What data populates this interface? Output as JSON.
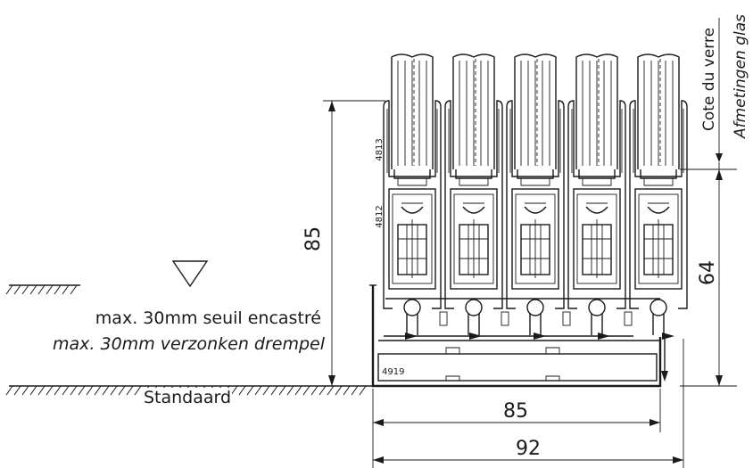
{
  "dimensions": {
    "height_total": "85",
    "height_sill": "64",
    "width_inner": "85",
    "width_outer": "92"
  },
  "profiles": {
    "top": "4813",
    "middle": "4812",
    "base": "4919"
  },
  "labels": {
    "recessed_sill_fr": "max. 30mm seuil encastré",
    "recessed_sill_nl": "max. 30mm verzonken drempel",
    "floor_standard": "Standaard",
    "glass_dimension_fr": "Cote du verre",
    "glass_dimension_nl": "Afmetingen glas"
  },
  "panel_count": 5
}
